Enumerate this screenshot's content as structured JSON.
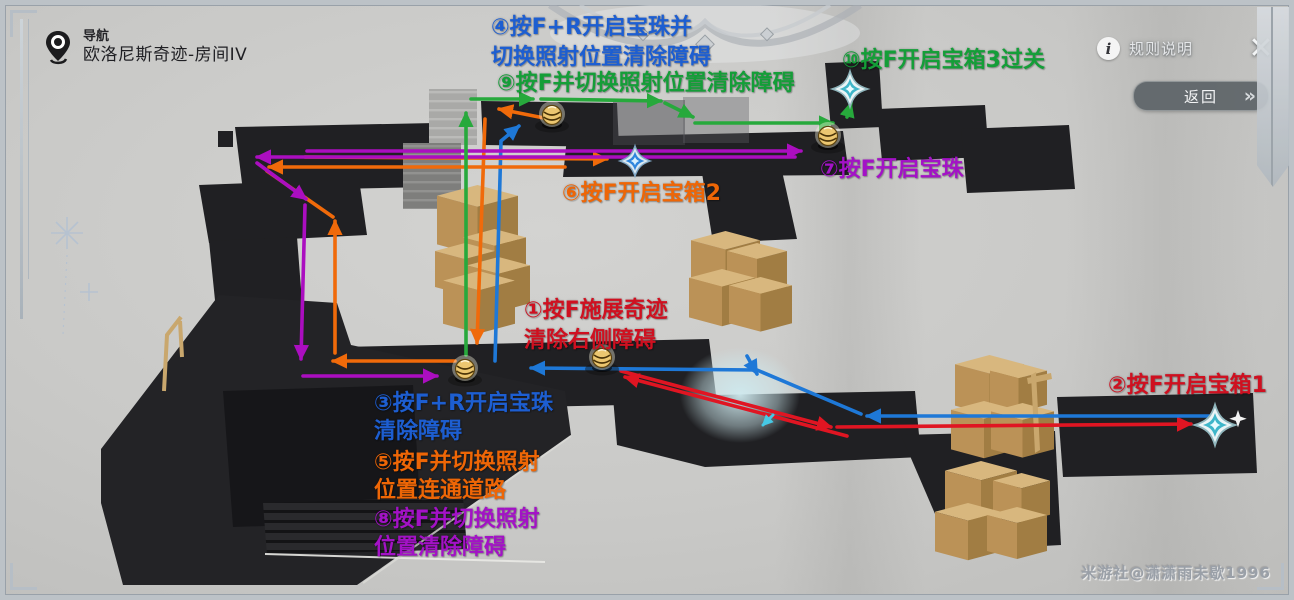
{
  "header": {
    "nav_label": "导航",
    "location": "欧洛尼斯奇迹-房间IV",
    "rules_label": "规则说明",
    "back_label": "返回"
  },
  "icons": {
    "info_glyph": "i",
    "close_glyph": "✕",
    "back_chevron": "»"
  },
  "watermark": "米游社@潇潇雨未歇1996",
  "colors": {
    "red": "#cf1020",
    "blue": "#1d5ed1",
    "orange": "#ee6606",
    "purple": "#a312c6",
    "green": "#149e38",
    "map_floor": "#202023",
    "crate": "#c9a76b",
    "chest_teal": "#3fb6c9",
    "background": "#c9c9c7"
  },
  "steps": {
    "s1": {
      "line1": "①按F施展奇迹",
      "line2": "清除右侧障碍",
      "color": "red"
    },
    "s2": {
      "line1": "②按F开启宝箱1",
      "color": "red"
    },
    "s3": {
      "line1": "③按F+R开启宝珠",
      "line2": "清除障碍",
      "color": "blue"
    },
    "s4": {
      "line1": "④按F+R开启宝珠并",
      "line2": "切换照射位置清除障碍",
      "color": "blue"
    },
    "s5": {
      "line1": "⑤按F并切换照射",
      "line2": "位置连通道路",
      "color": "orange"
    },
    "s6": {
      "line1": "⑥按F开启宝箱2",
      "color": "orange"
    },
    "s7": {
      "line1": "⑦按F开启宝珠",
      "color": "purple"
    },
    "s8": {
      "line1": "⑧按F并切换照射",
      "line2": "位置清除障碍",
      "color": "purple"
    },
    "s9": {
      "line1": "⑨按F并切换照射位置清除障碍",
      "color": "green"
    },
    "s10": {
      "line1": "⑩按F开启宝箱3过关",
      "color": "green"
    }
  }
}
